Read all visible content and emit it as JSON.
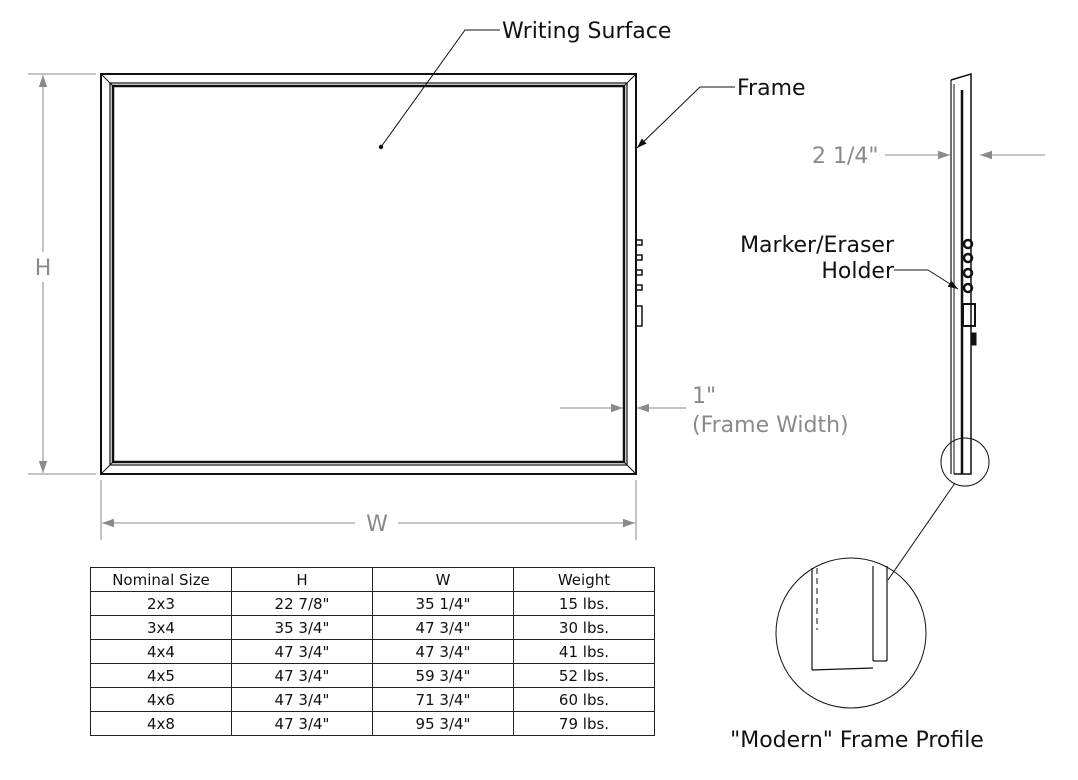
{
  "labels": {
    "writing_surface": "Writing Surface",
    "frame": "Frame",
    "height": "H",
    "width": "W",
    "frame_width_value": "1\"",
    "frame_width_caption": "(Frame Width)",
    "depth": "2 1/4\"",
    "holder_line1": "Marker/Eraser",
    "holder_line2": "Holder",
    "profile_caption": "\"Modern\" Frame Profile"
  },
  "table": {
    "headers": [
      "Nominal Size",
      "H",
      "W",
      "Weight"
    ],
    "rows": [
      [
        "2x3",
        "22 7/8\"",
        "35 1/4\"",
        "15 lbs."
      ],
      [
        "3x4",
        "35 3/4\"",
        "47 3/4\"",
        "30 lbs."
      ],
      [
        "4x4",
        "47 3/4\"",
        "47 3/4\"",
        "41 lbs."
      ],
      [
        "4x5",
        "47 3/4\"",
        "59 3/4\"",
        "52 lbs."
      ],
      [
        "4x6",
        "47 3/4\"",
        "71 3/4\"",
        "60 lbs."
      ],
      [
        "4x8",
        "47 3/4\"",
        "95 3/4\"",
        "79 lbs."
      ]
    ]
  },
  "colors": {
    "line": "#111111",
    "dimension": "#8a8a8a",
    "background": "#ffffff"
  }
}
